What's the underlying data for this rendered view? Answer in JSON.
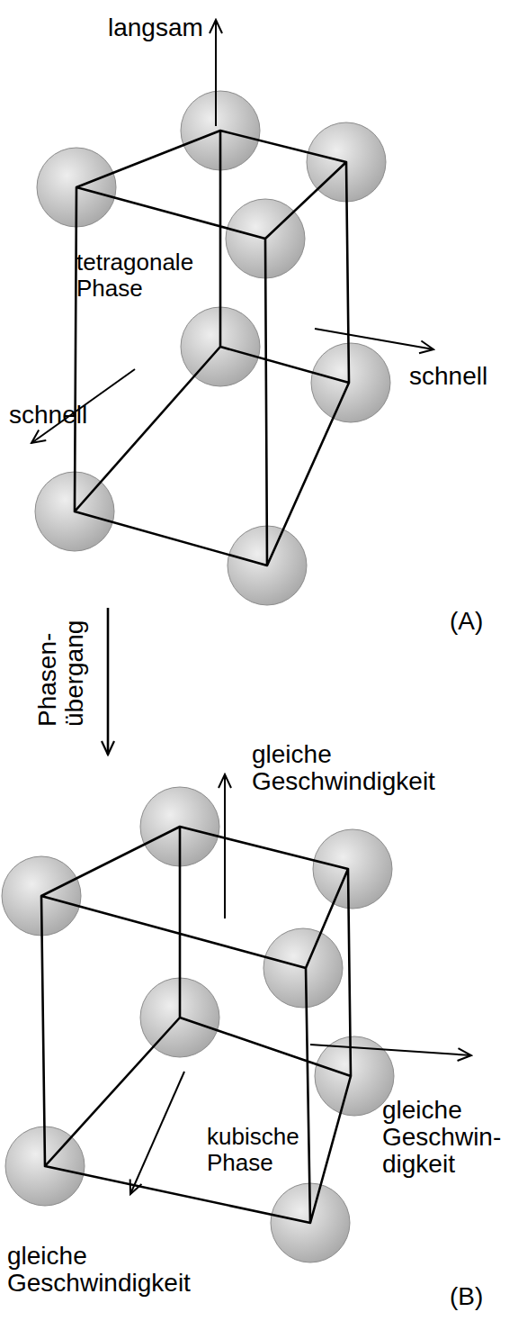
{
  "diagram": {
    "nodes": [
      {
        "text": [
          "tetragonale Phase"
        ]
      },
      {
        "text": [
          "kubische Phase"
        ]
      }
    ],
    "edges": [
      {
        "from": 0,
        "to": 1,
        "arrow": "to",
        "label": "Phasen- übergang"
      }
    ],
    "labels": [
      "langsam",
      "schnell",
      "schnell",
      "(A)",
      "gleiche Geschwindigkeit",
      "gleiche Geschwin- digkeit",
      "gleiche Geschwindigkeit",
      "(B)"
    ]
  }
}
